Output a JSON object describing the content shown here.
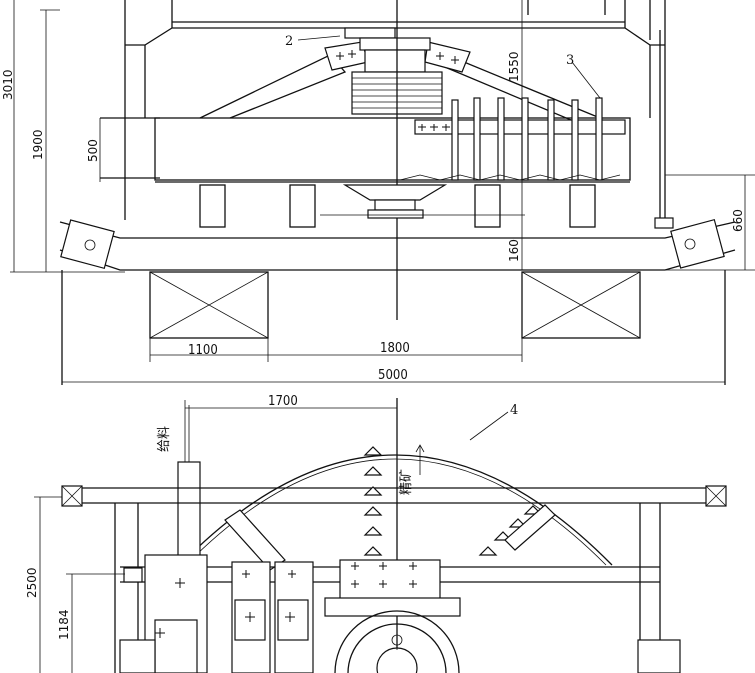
{
  "drawing": {
    "top_view": {
      "dimensions": {
        "h3010": "3010",
        "h1900": "1900",
        "h500": "500",
        "h1550": "1550",
        "h160": "160",
        "h660": "660",
        "w1100": "1100",
        "w1800": "1800",
        "w5000": "5000"
      },
      "part_labels": {
        "p2": "2",
        "p3": "3"
      }
    },
    "bottom_view": {
      "dimensions": {
        "w1700": "1700",
        "h2500": "2500",
        "h1184": "1184"
      },
      "part_labels": {
        "p4": "4"
      },
      "annotations": {
        "feed": "给料",
        "concentrate": "精矿"
      }
    }
  }
}
